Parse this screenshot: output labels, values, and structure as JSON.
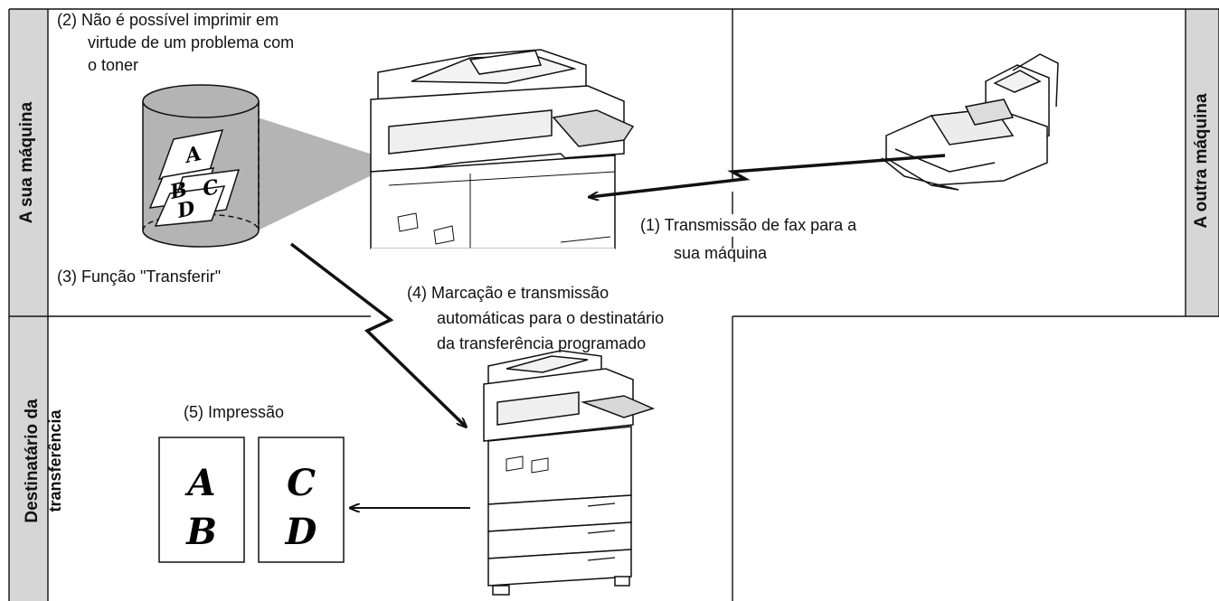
{
  "side_labels": {
    "your_machine": "A sua máquina",
    "destination_line1": "Destinatário da",
    "destination_line2": "transferência",
    "other_machine": "A outra máquina"
  },
  "captions": {
    "step2_line1": "(2) Não é possível imprimir em",
    "step2_line2": "virtude de um problema com",
    "step2_line3": "o toner",
    "step3": "(3) Função \"Transferir\"",
    "step1_line1": "(1) Transmissão de fax para a",
    "step1_line2": "sua máquina",
    "step4_line1": "(4) Marcação e transmissão",
    "step4_line2": "automáticas para o destinatário",
    "step4_line3": "da transferência programado",
    "step5": "(5) Impressão"
  },
  "memory_pages": [
    "A",
    "B",
    "C",
    "D"
  ],
  "printed_pages": {
    "left": [
      "A",
      "B"
    ],
    "right": [
      "C",
      "D"
    ]
  },
  "colors": {
    "side_bar": "#d6d6d6",
    "memory_cylinder": "#b4b4b4",
    "line": "#111111"
  }
}
